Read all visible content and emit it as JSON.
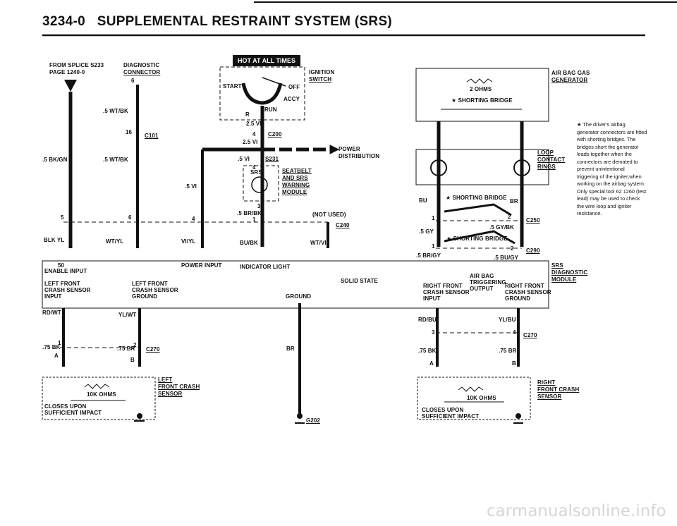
{
  "header": {
    "section": "3234-0",
    "title": "SUPPLEMENTAL RESTRAINT SYSTEM (SRS)"
  },
  "badge": {
    "hot": "HOT AT ALL TIMES"
  },
  "labels": {
    "from_splice": "FROM SPLICE S233",
    "page": "PAGE 1240-0",
    "diag_connector_1": "DIAGNOSTIC",
    "diag_connector_2": "CONNECTOR",
    "ignition_1": "IGNITION",
    "ignition_2": "SWITCH",
    "start": "START",
    "off": "OFF",
    "accy": "ACCY",
    "run": "RUN",
    "r": "R",
    "pin_6a": "6",
    "pin_16": "16",
    "c101": "C101",
    "wire_5wtbk_1": ".5 WT/BK",
    "wire_5wtbk_2": ".5 WT/BK",
    "wire_5bkgn": ".5 BK/GN",
    "wire_25vi_1": "2.5 VI",
    "wire_25vi_2": "2.5 VI",
    "pin_4_c200": "4",
    "c200": "C200",
    "power_dist_1": "POWER",
    "power_dist_2": "DISTRIBUTION",
    "wire_5vi_s231": ".5 VI",
    "s231": "S231",
    "pin_4_sb": "4",
    "srs": "SRS",
    "seatbelt_1": "SEATBELT",
    "seatbelt_2": "AND SRS",
    "seatbelt_3": "WARNING",
    "seatbelt_4": "MODULE",
    "wire_5vi": ".5 VI",
    "pin_3": "3",
    "wire_5brbk": ".5 BR/BK",
    "pin_1_sb": "1",
    "not_used": "(NOT USED)",
    "c240": "C240",
    "pin_5": "5",
    "pin_6b": "6",
    "pin_4b": "4",
    "wire_bkyl": "BLK YL",
    "wire_wtyl": "WT/YL",
    "wire_viyl": "VI/YL",
    "wire_bubk": "BU/BK",
    "wire_wtvi": "WT/VI",
    "airbag_gen_1": "AIR BAG GAS",
    "airbag_gen_2": "GENERATOR",
    "ohms_2": "2 OHMS",
    "shorting_1": "★ SHORTING BRIDGE",
    "loop_1": "LOOP",
    "loop_2": "CONTACT",
    "loop_3": "RINGS",
    "bu": "BU",
    "br": "BR",
    "shorting_2": "★ SHORTING BRIDGE",
    "shorting_3": "★ SHORTING BRIDGE",
    "pin_1_c250": "1",
    "pin_2_c250": "2",
    "c250": "C250",
    "wire_5gybk": ".5 GY/BK",
    "wire_5gy": ".5 GY",
    "pin_1_c290": "1",
    "pin_2_c290": "2",
    "c290": "C290",
    "wire_5brgy": ".5 BR/GY",
    "wire_5bugy": ".5 BU/GY",
    "note": "★ The driver's airbag generator connectors are fitted with shorting bridges. The bridges short the generator leads together when the connectors are demated to prevent unintentional triggering of the igniter,when working on the airbag system. Only special tool 62 1260 (test lead) may be used to check the wire loop and igniter resistance.",
    "mod_50": "50",
    "mod_enable": "ENABLE INPUT",
    "mod_power": "POWER INPUT",
    "mod_indicator": "INDICATOR LIGHT",
    "mod_lf_1": "LEFT FRONT",
    "mod_lf_2": "CRASH SENSOR",
    "mod_lf_3": "INPUT",
    "mod_lfg_1": "LEFT FRONT",
    "mod_lfg_2": "CRASH SENSOR",
    "mod_lfg_3": "GROUND",
    "mod_solid": "SOLID STATE",
    "mod_ground": "GROUND",
    "mod_ab_1": "AIR BAG",
    "mod_ab_2": "TRIGGERING",
    "mod_ab_3": "OUTPUT",
    "mod_rf_1": "RIGHT FRONT",
    "mod_rf_2": "CRASH SENSOR",
    "mod_rf_3": "INPUT",
    "mod_rfg_1": "RIGHT FRONT",
    "mod_rfg_2": "CRASH SENSOR",
    "mod_rfg_3": "GROUND",
    "srs_diag_1": "SRS",
    "srs_diag_2": "DIAGNOSTIC",
    "srs_diag_3": "MODULE",
    "rdwt": "RD/WT",
    "ylwt": "YL/WT",
    "pin_1_c270": "1",
    "pin_2_c270": "2",
    "c270_l": "C270",
    "wire_75bk_l": ".75 BK",
    "wire_75br_l": ".75 BR",
    "pin_a_l": "A",
    "pin_b_l": "B",
    "wire_br": "BR",
    "rdbu": "RD/BU",
    "ylbu": "YL/BU",
    "pin_3_c270": "3",
    "pin_4_c270": "4",
    "c270_r": "C270",
    "wire_75bk_r": ".75 BK",
    "wire_75br_r": ".75 BR",
    "pin_a_r": "A",
    "pin_b_r": "B",
    "lfcs_1": "LEFT",
    "lfcs_2": "FRONT CRASH",
    "lfcs_3": "SENSOR",
    "ohms_10_l": "10K OHMS",
    "closes_l_1": "CLOSES UPON",
    "closes_l_2": "SUFFICIENT IMPACT",
    "g202": "G202",
    "rfcs_1": "RIGHT",
    "rfcs_2": "FRONT CRASH",
    "rfcs_3": "SENSOR",
    "ohms_10_r": "10K OHMS",
    "closes_r_1": "CLOSES UPON",
    "closes_r_2": "SUFFICIENT IMPACT"
  },
  "watermark": "carmanualsonline.info"
}
